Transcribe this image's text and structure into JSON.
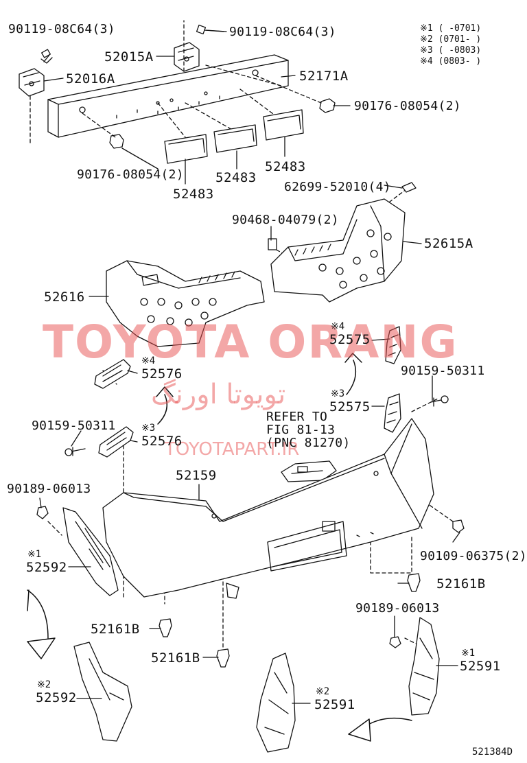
{
  "legend": {
    "items": [
      {
        "mark": "※1",
        "text": "(      -0701)"
      },
      {
        "mark": "※2",
        "text": "(0701-      )"
      },
      {
        "mark": "※3",
        "text": "(      -0803)"
      },
      {
        "mark": "※4",
        "text": "(0803-      )"
      }
    ]
  },
  "parts": {
    "p1": "90119-08C64(3)",
    "p2": "90119-08C64(3)",
    "p3": "52015A",
    "p4": "52016A",
    "p5": "52171A",
    "p6": "90176-08054(2)",
    "p7": "90176-08054(2)",
    "p8": "52483",
    "p9": "52483",
    "p10": "52483",
    "p11": "62699-52010(4)",
    "p12": "90468-04079(2)",
    "p13": "52615A",
    "p14": "52616",
    "p15": "52575",
    "p16": "52576",
    "p17": "90159-50311",
    "p18": "52575",
    "p19": "90159-50311",
    "p20": "52576",
    "p21": "52159",
    "p22": "90189-06013",
    "p23": "90109-06375(2)",
    "p24": "52592",
    "p25": "52161B",
    "p26": "52161B",
    "p27": "52161B",
    "p28": "90189-06013",
    "p29": "52591",
    "p30": "52592",
    "p31": "52591"
  },
  "marks": {
    "m4a": "※4",
    "m4b": "※4",
    "m3a": "※3",
    "m3b": "※3",
    "m1a": "※1",
    "m1b": "※1",
    "m2a": "※2",
    "m2b": "※2"
  },
  "refer": {
    "line1": "REFER TO",
    "line2": "FIG 81-13",
    "line3": "(PNC 81270)"
  },
  "watermark": {
    "main": "TOYOTA ORANG",
    "persian": "تویوتا اورنگ",
    "site": "TOYOTAPART.IR"
  },
  "footer": {
    "code": "521384D"
  },
  "colors": {
    "line": "#111111",
    "watermark": "#e85050"
  }
}
